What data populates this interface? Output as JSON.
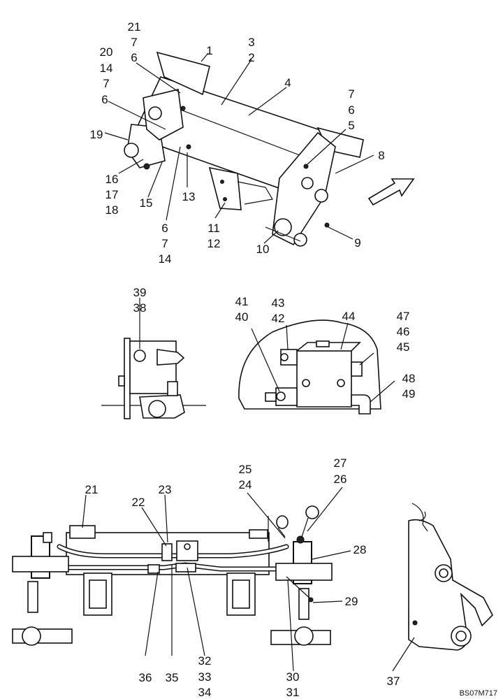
{
  "diagram": {
    "drawing_code": "BS07M717",
    "callouts": {
      "top": [
        "21",
        "7",
        "6",
        "20",
        "14",
        "7",
        "6",
        "19",
        "16",
        "17",
        "18",
        "15",
        "6",
        "7",
        "14",
        "13",
        "1",
        "3",
        "2",
        "4",
        "11",
        "12",
        "10",
        "9",
        "7",
        "6",
        "5",
        "8"
      ],
      "middle_left": [
        "39",
        "38"
      ],
      "middle_right": [
        "41",
        "40",
        "43",
        "42",
        "44",
        "47",
        "46",
        "45",
        "48",
        "49"
      ],
      "bottom": [
        "21",
        "22",
        "23",
        "25",
        "24",
        "27",
        "26",
        "28",
        "29",
        "36",
        "35",
        "32",
        "33",
        "34",
        "30",
        "31"
      ],
      "side": [
        "37"
      ]
    }
  }
}
